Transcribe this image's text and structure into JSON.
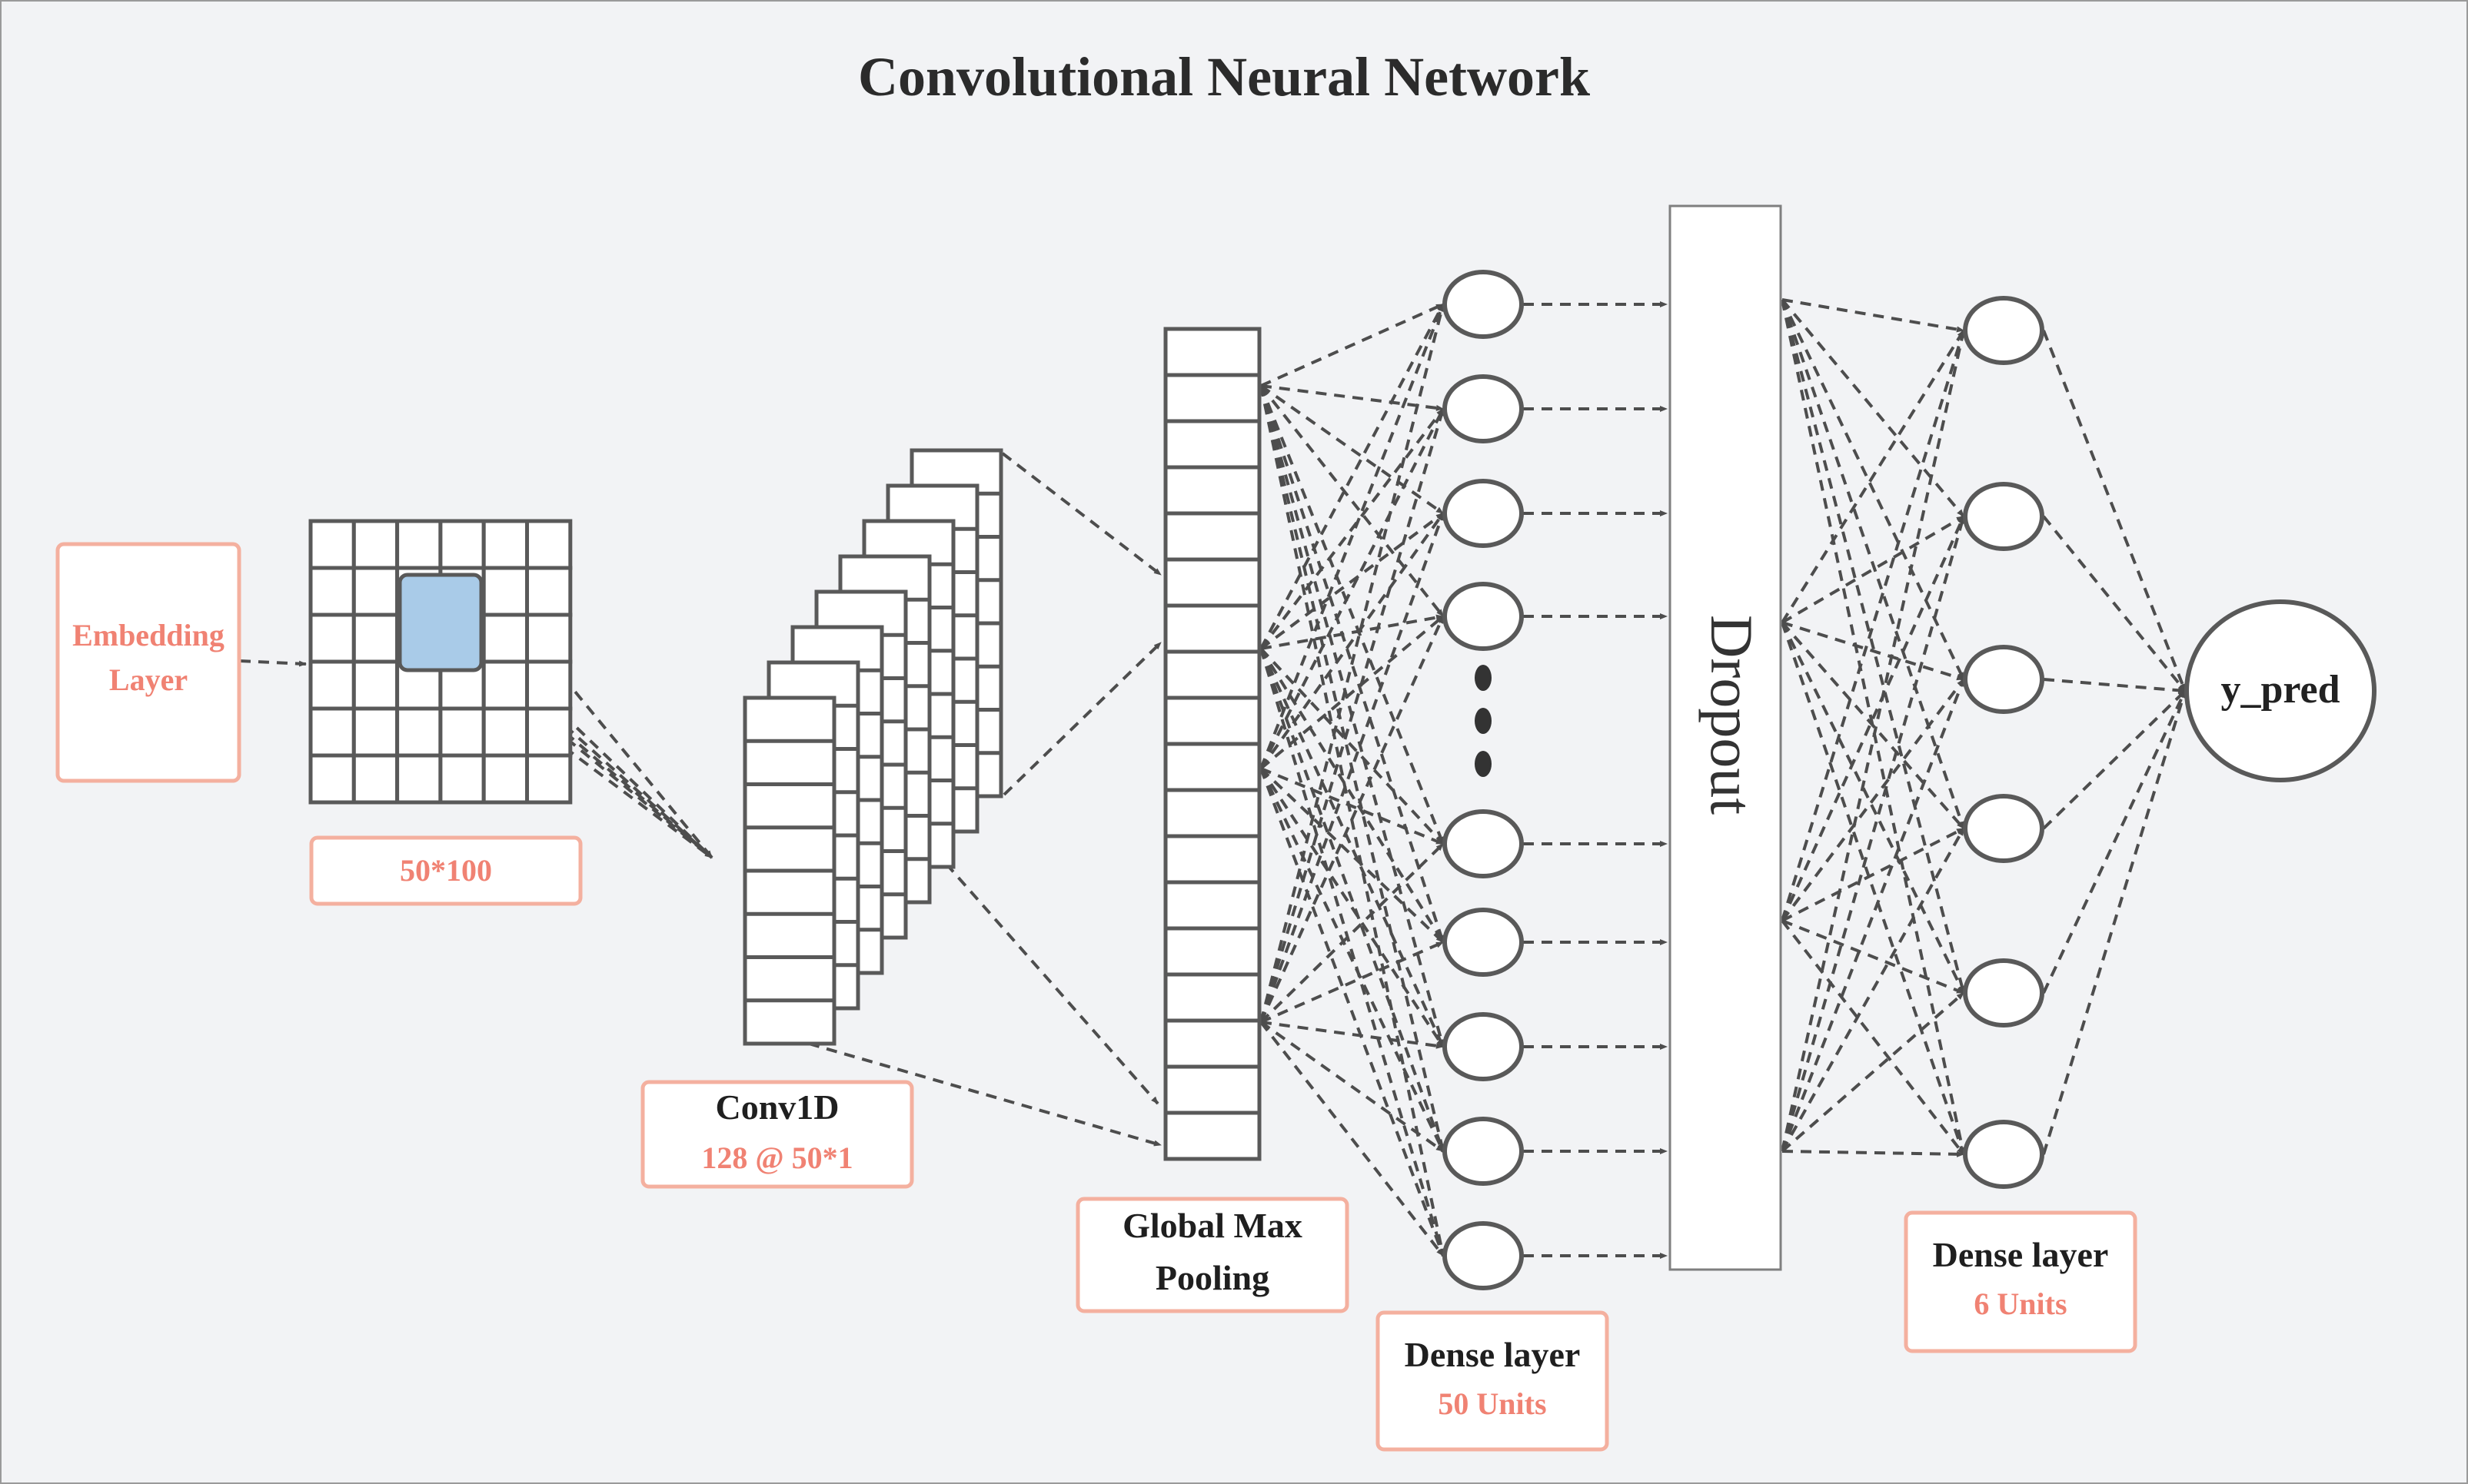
{
  "title": "Convolutional Neural Network",
  "colors": {
    "background": "#f2f3f5",
    "stroke": "#595959",
    "arrow": "#4d4d4d",
    "accent_text": "#f08273",
    "accent_border": "#f4b09f",
    "kernel_fill": "#a9cbe8",
    "box_fill": "#ffffff"
  },
  "embedding": {
    "line1": "Embedding",
    "line2": "Layer",
    "shape": "50*100"
  },
  "conv1d": {
    "name": "Conv1D",
    "shape": "128 @ 50*1"
  },
  "pooling": {
    "line1": "Global Max",
    "line2": "Pooling"
  },
  "dense1": {
    "name": "Dense layer",
    "units": "50 Units"
  },
  "dropout": {
    "label": "Dropout"
  },
  "dense2": {
    "name": "Dense layer",
    "units": "6 Units"
  },
  "output": {
    "label": "y_pred"
  }
}
